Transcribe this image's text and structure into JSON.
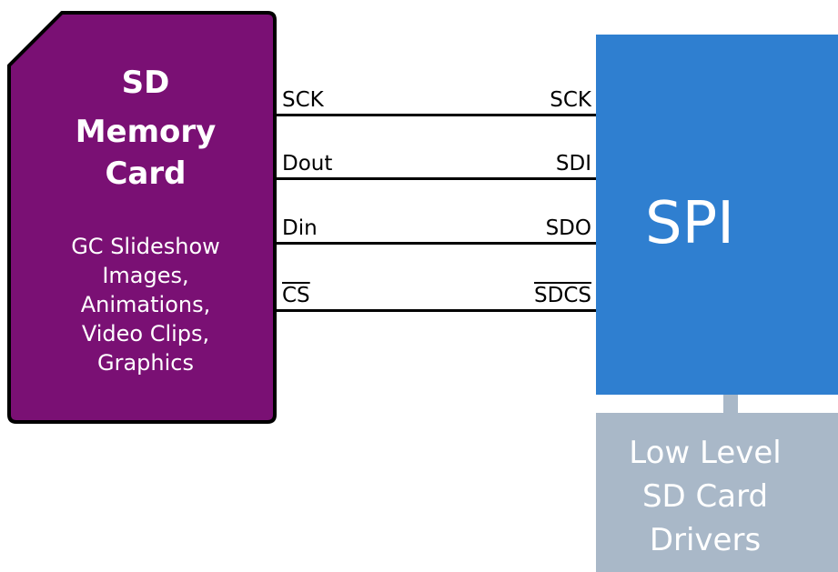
{
  "card": {
    "title": [
      "SD",
      "Memory",
      "Card"
    ],
    "description": [
      "GC Slideshow",
      "Images,",
      "Animations,",
      "Video Clips,",
      "Graphics"
    ],
    "color": "#7a1074"
  },
  "signals": [
    {
      "left": "SCK",
      "right": "SCK",
      "overline": false
    },
    {
      "left": "Dout",
      "right": "SDI",
      "overline": false
    },
    {
      "left": "Din",
      "right": "SDO",
      "overline": false
    },
    {
      "left": "CS",
      "right": "SDCS",
      "overline": true
    }
  ],
  "spi": {
    "label": "SPI",
    "color": "#2f7fd0"
  },
  "drivers": {
    "lines": [
      "Low Level",
      "SD Card",
      "Drivers"
    ],
    "color": "#a9b8c8"
  }
}
